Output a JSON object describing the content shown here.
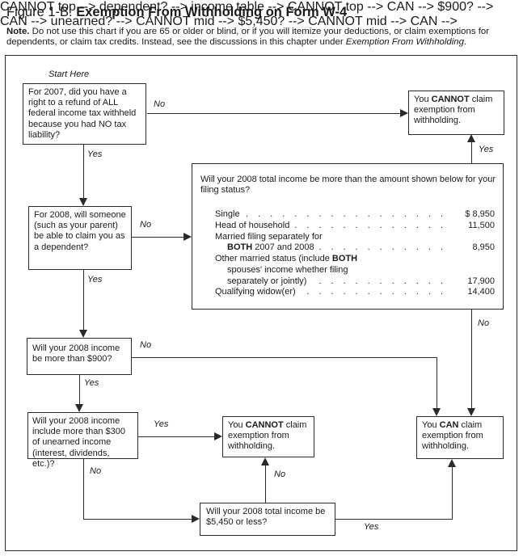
{
  "figure": {
    "title_prefix": "Figure 1-B.",
    "title_main": " Exemption From Withholding on Form W-4",
    "note_label": "Note.",
    "note_body": " Do not use this chart if you are 65 or older or blind, or if you will itemize your deductions, or claim exemptions for dependents, or claim tax credits. Instead, see the discussions in this chapter under ",
    "note_italic": "Exemption From Withholding",
    "note_end": "."
  },
  "flowchart": {
    "start_label": "Start Here",
    "q_refund_2007": "For 2007, did you have a right to a refund of ALL federal income tax withheld because you had NO tax liability?",
    "q_dependent_2008": "For 2008, will someone (such as your parent) be able to claim you as a dependent?",
    "q_income_900": "Will your 2008 income be more than $900?",
    "q_unearned_300": "Will your 2008 income include more than $300 of unearned income (interest, dividends, etc.)?",
    "q_total_5450": "Will your 2008 total income be $5,450 or less?",
    "cannot_pre": "You ",
    "cannot_bold": "CANNOT",
    "cannot_post": " claim exemption from withholding.",
    "can_pre": "You ",
    "can_bold": "CAN",
    "can_post": " claim exemption from withholding.",
    "labels": {
      "yes": "Yes",
      "no": "No"
    },
    "line_color": "#2a2a2a"
  },
  "income_table": {
    "question": "Will your 2008 total income be more than the amount shown below for your filing status?",
    "rows": [
      {
        "label": "Single",
        "amount": "$ 8,950"
      },
      {
        "label": "Head of household",
        "amount": "11,500"
      },
      {
        "label": "Married filing separately for",
        "amount": ""
      },
      {
        "bold": "BOTH",
        "label": " 2007 and 2008",
        "amount": "8,950"
      },
      {
        "label": "Other married status (include ",
        "bold": "BOTH",
        "amount": ""
      },
      {
        "label": "spouses' income whether filing",
        "amount": ""
      },
      {
        "label": "separately or jointly)",
        "amount": "17,900"
      },
      {
        "label": "Qualifying widow(er)",
        "amount": "14,400"
      }
    ]
  }
}
